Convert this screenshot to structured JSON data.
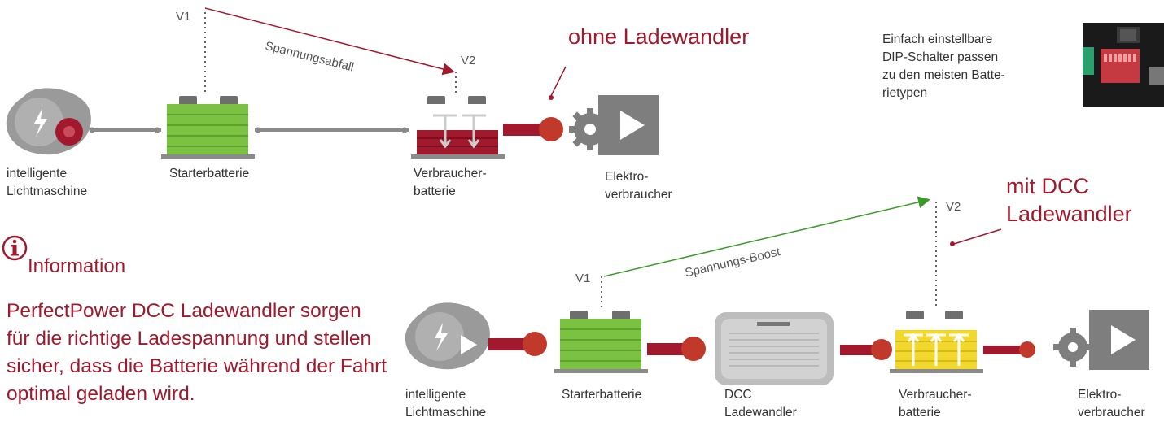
{
  "top_diagram": {
    "title": "ohne Ladewandler",
    "v1": "V1",
    "v2": "V2",
    "drop_label": "Spannungsabfall",
    "captions": {
      "alternator": "intelligente\nLichtmaschine",
      "starter": "Starterbatterie",
      "consumer_battery": "Verbraucher-\nbatterie",
      "loads": "Elektro-\nverbraucher"
    }
  },
  "bottom_diagram": {
    "title": "mit DCC\nLadewandler",
    "v1": "V1",
    "v2": "V2",
    "boost_label": "Spannungs-Boost",
    "captions": {
      "alternator": "intelligente\nLichtmaschine",
      "starter": "Starterbatterie",
      "dcc": "DCC\nLadewandler",
      "consumer_battery": "Verbraucher-\nbatterie",
      "loads": "Elektro-\nverbraucher"
    }
  },
  "information": {
    "title": "Information",
    "icon": "info-icon",
    "text": "PerfectPower DCC Ladewandler sorgen für die richtige Ladespannung und stellen sicher, dass die Batterie während der Fahrt optimal geladen wird."
  },
  "dip_note": {
    "text": "Einfach einstellbare\nDIP-Schalter passen\nzu den meisten Batte-\nrietypen"
  },
  "colors": {
    "brand_red": "#a2182c",
    "battery_green": "#7cc242",
    "battery_yellow": "#f2d72c",
    "arrow_green": "#3a9a2a",
    "gray": "#8a8a8a"
  }
}
